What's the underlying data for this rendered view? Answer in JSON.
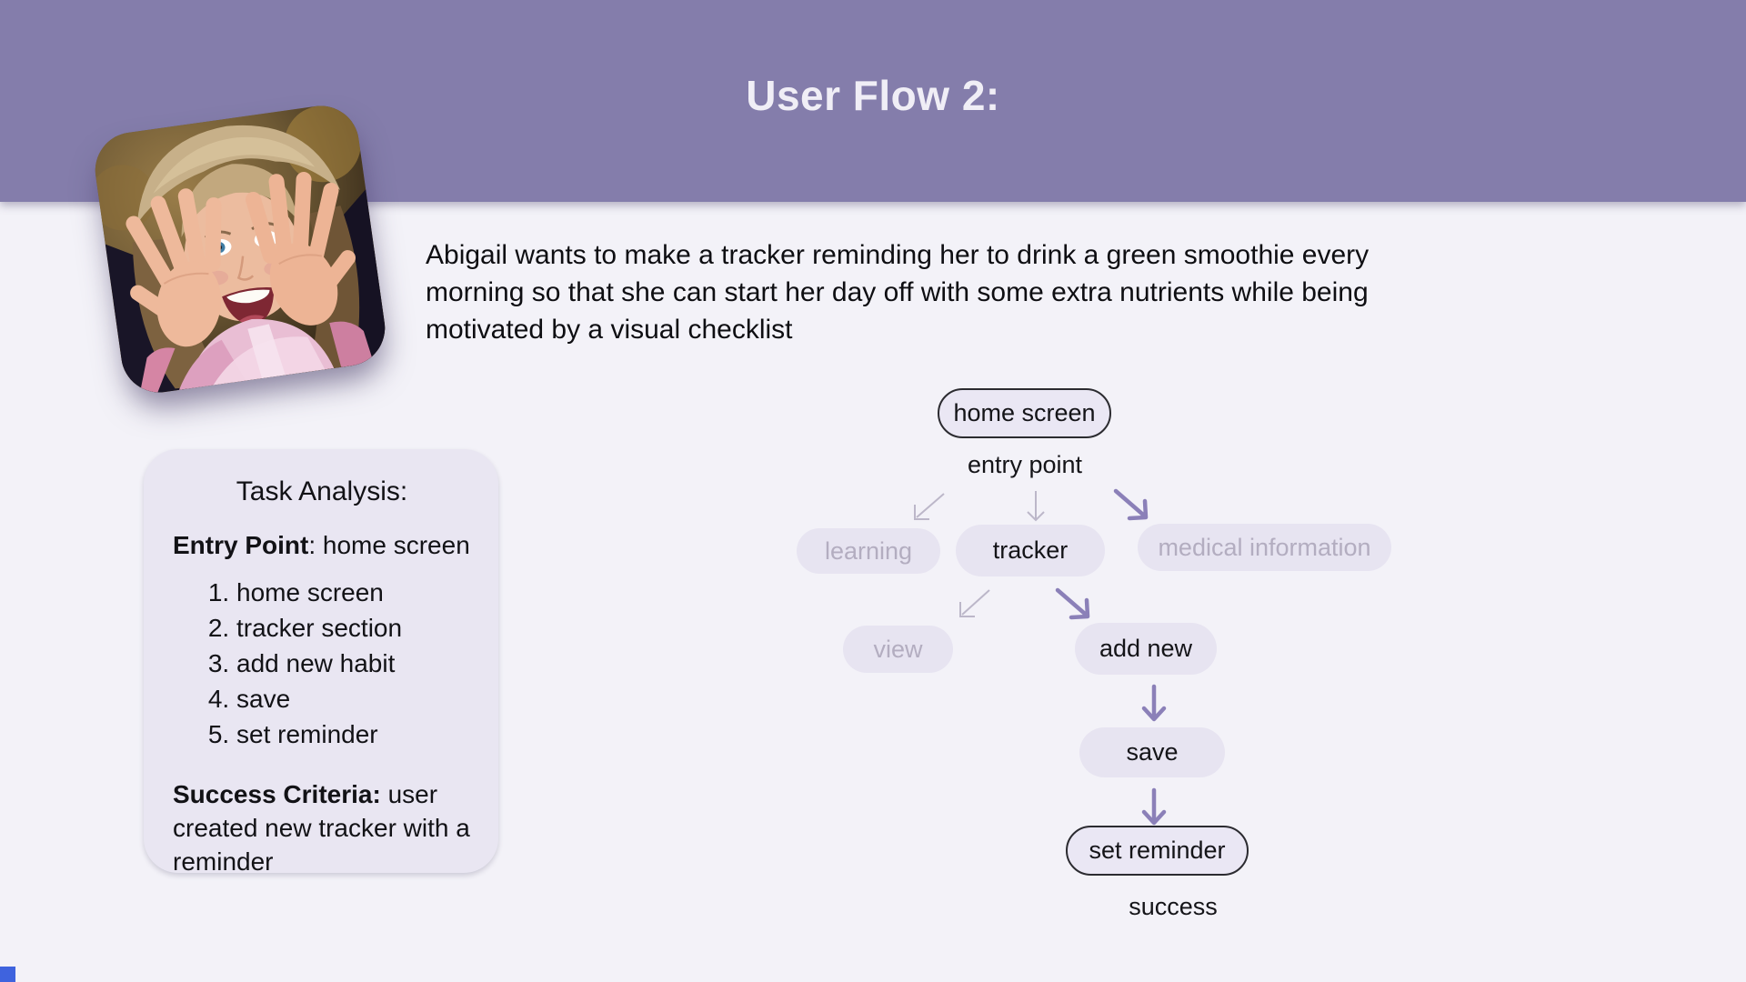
{
  "header": {
    "title": "User Flow 2:"
  },
  "persona": {
    "photo_alt": "woman framing her face with spread hands, pink scarf, autumn background",
    "description": "Abigail wants to make a tracker reminding her to drink a green smoothie every\nmorning so that she can start her day off with some extra nutrients while being\nmotivated by a visual checklist"
  },
  "task_analysis": {
    "title": "Task Analysis:",
    "entry_point_label": "Entry Point",
    "entry_point_value": ": home screen",
    "steps": [
      "home screen",
      "tracker section",
      "add new habit",
      "save",
      "set reminder"
    ],
    "success_label": "Success Criteria:",
    "success_text": " user created new tracker with a reminder"
  },
  "flowchart": {
    "nodes": {
      "home_screen": "home screen",
      "learning": "learning",
      "tracker": "tracker",
      "medical_information": "medical information",
      "view": "view",
      "add_new": "add new",
      "save": "save",
      "set_reminder": "set reminder"
    },
    "labels": {
      "entry_point": "entry point",
      "success": "success"
    }
  },
  "colors": {
    "header_bg": "#847dab",
    "page_bg": "#f3f2f8",
    "card_bg": "#e9e6f2",
    "node_bg": "#e7e4f1",
    "node_outline": "#2b2b30",
    "active_arrow": "#8b80b8",
    "inactive_arrow": "#bcb7c9",
    "dim_text": "#b3adc0",
    "peek_square": "#3f63de"
  }
}
